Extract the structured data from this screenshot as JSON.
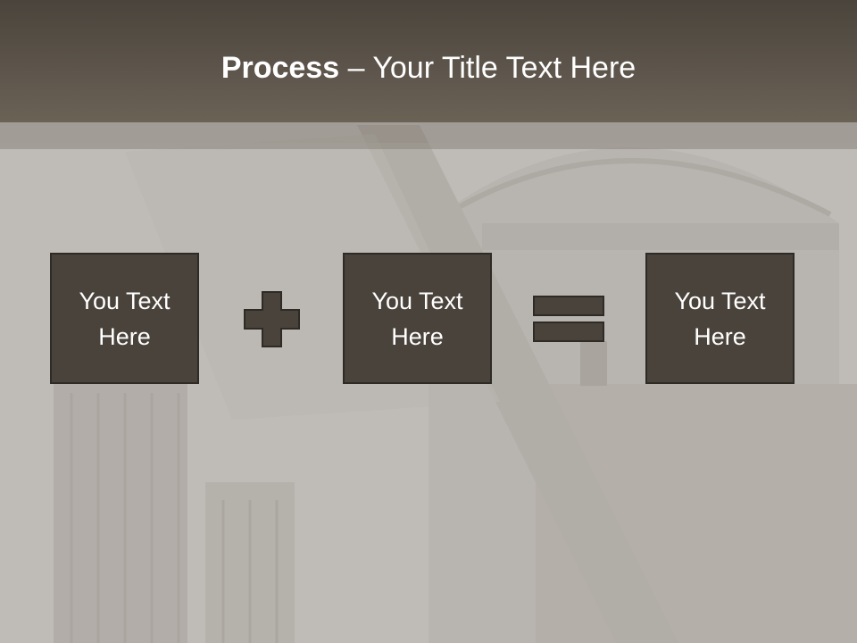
{
  "slide": {
    "title_bold": "Process",
    "title_dash": " – ",
    "title_rest": "Your Title Text Here"
  },
  "process": {
    "box1": "You Text Here",
    "box2": "You Text Here",
    "box3": "You Text Here",
    "operator1_icon": "plus-icon",
    "operator2_icon": "equals-icon"
  },
  "colors": {
    "box_fill": "#4a433b",
    "box_border": "#2e2a25",
    "title_bar": "#5e564c",
    "text": "#ffffff"
  }
}
